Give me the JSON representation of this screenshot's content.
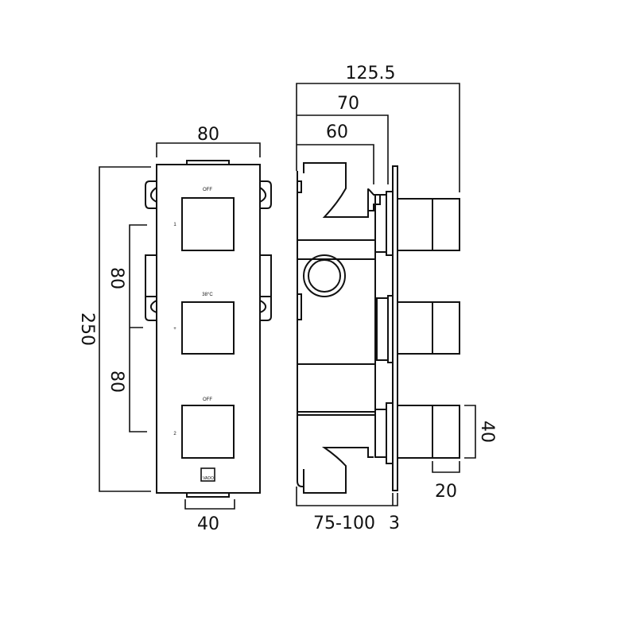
{
  "front_view": {
    "labels": {
      "top": "OFF",
      "middle": "38°C",
      "bottom": "OFF"
    },
    "side_marks": {
      "top": "1",
      "middle": "+",
      "bottom": "2"
    },
    "logo": "VADO",
    "dimensions": {
      "width": "80",
      "height": "250",
      "spacing_upper": "80",
      "spacing_lower": "80",
      "bottom_tab": "40"
    }
  },
  "side_view": {
    "dimensions": {
      "overall_depth": "125.5",
      "depth_70": "70",
      "depth_60": "60",
      "body_depth": "75-100",
      "plate": "3",
      "knob_height": "40",
      "knob_depth": "20"
    }
  },
  "colors": {
    "line": "#111111",
    "background": "#ffffff"
  }
}
